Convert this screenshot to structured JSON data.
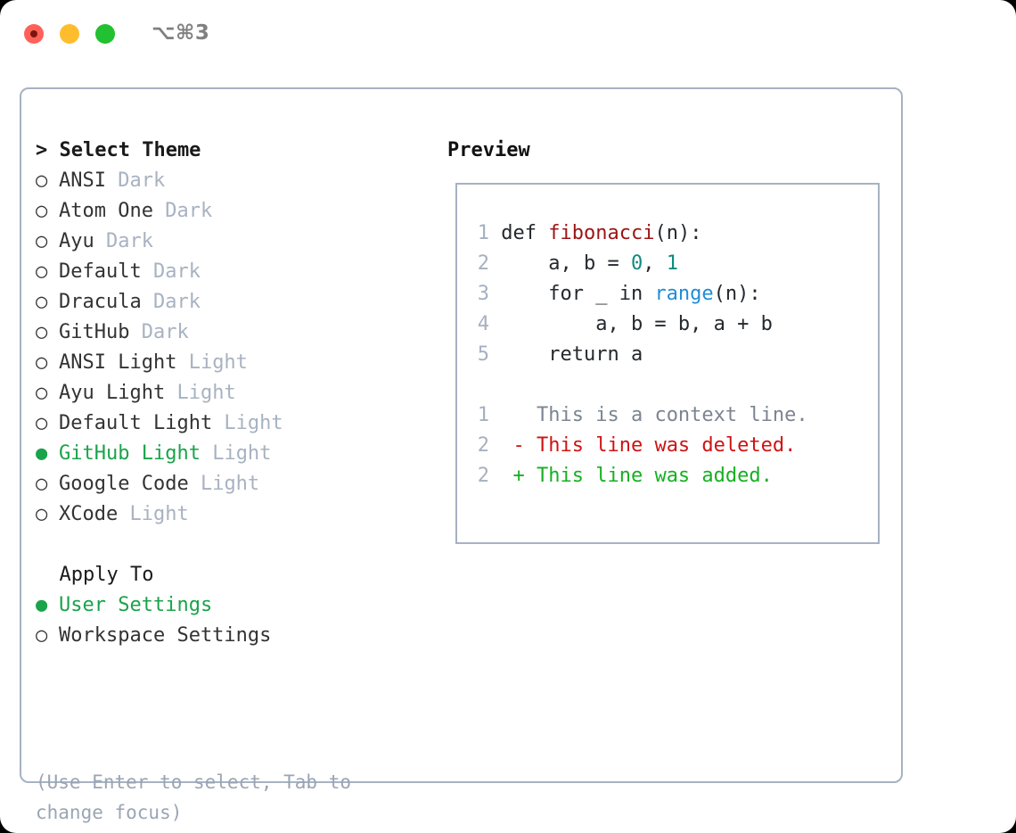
{
  "window": {
    "shortcut": "⌥⌘3",
    "traffic_lights": [
      {
        "name": "close",
        "color": "#ff6159"
      },
      {
        "name": "minimize",
        "color": "#ffbd2e"
      },
      {
        "name": "maximize",
        "color": "#21c131"
      }
    ]
  },
  "theme_picker": {
    "header": "> Select Theme",
    "items": [
      {
        "bullet": "○",
        "label": "ANSI",
        "category": "Dark",
        "selected": false
      },
      {
        "bullet": "○",
        "label": "Atom One",
        "category": "Dark",
        "selected": false
      },
      {
        "bullet": "○",
        "label": "Ayu",
        "category": "Dark",
        "selected": false
      },
      {
        "bullet": "○",
        "label": "Default",
        "category": "Dark",
        "selected": false
      },
      {
        "bullet": "○",
        "label": "Dracula",
        "category": "Dark",
        "selected": false
      },
      {
        "bullet": "○",
        "label": "GitHub",
        "category": "Dark",
        "selected": false
      },
      {
        "bullet": "○",
        "label": "ANSI Light",
        "category": "Light",
        "selected": false
      },
      {
        "bullet": "○",
        "label": "Ayu Light",
        "category": "Light",
        "selected": false
      },
      {
        "bullet": "○",
        "label": "Default Light",
        "category": "Light",
        "selected": false
      },
      {
        "bullet": "●",
        "label": "GitHub Light",
        "category": "Light",
        "selected": true
      },
      {
        "bullet": "○",
        "label": "Google Code",
        "category": "Light",
        "selected": false
      },
      {
        "bullet": "○",
        "label": "XCode",
        "category": "Light",
        "selected": false
      }
    ]
  },
  "apply_to": {
    "header": "  Apply To",
    "items": [
      {
        "bullet": "●",
        "label": "User Settings",
        "selected": true
      },
      {
        "bullet": "○",
        "label": "Workspace Settings",
        "selected": false
      }
    ]
  },
  "hint": "(Use Enter to select, Tab to change focus)",
  "preview": {
    "title": "Preview",
    "code_lines": [
      {
        "num": "1",
        "segments": [
          {
            "text": "def ",
            "kind": "plain"
          },
          {
            "text": "fibonacci",
            "kind": "fn"
          },
          {
            "text": "(n):",
            "kind": "plain"
          }
        ]
      },
      {
        "num": "2",
        "segments": [
          {
            "text": "    a, b = ",
            "kind": "plain"
          },
          {
            "text": "0",
            "kind": "num"
          },
          {
            "text": ", ",
            "kind": "plain"
          },
          {
            "text": "1",
            "kind": "num"
          }
        ]
      },
      {
        "num": "3",
        "segments": [
          {
            "text": "    for _ in ",
            "kind": "plain"
          },
          {
            "text": "range",
            "kind": "call"
          },
          {
            "text": "(n):",
            "kind": "plain"
          }
        ]
      },
      {
        "num": "4",
        "segments": [
          {
            "text": "        a, b = b, a + b",
            "kind": "plain"
          }
        ]
      },
      {
        "num": "5",
        "segments": [
          {
            "text": "    return a",
            "kind": "plain"
          }
        ]
      }
    ],
    "diff_lines": [
      {
        "num": "1",
        "marker": " ",
        "text": " This is a context line.",
        "kind": "context"
      },
      {
        "num": "2",
        "marker": "-",
        "text": " This line was deleted.",
        "kind": "deleted"
      },
      {
        "num": "2",
        "marker": "+",
        "text": " This line was added.",
        "kind": "added"
      }
    ]
  },
  "colors": {
    "selected_green": "#1aa34a",
    "category_gray": "#a8b2c1",
    "hint_gray": "#9aa5b4",
    "border": "#a7b2c2",
    "line_number": "#a6b0c0",
    "syntax_function": "#9c1414",
    "syntax_number": "#0e8a80",
    "syntax_call": "#1f8dd6",
    "diff_deleted": "#cc1414",
    "diff_added": "#16b021",
    "diff_context": "#7b8591"
  }
}
